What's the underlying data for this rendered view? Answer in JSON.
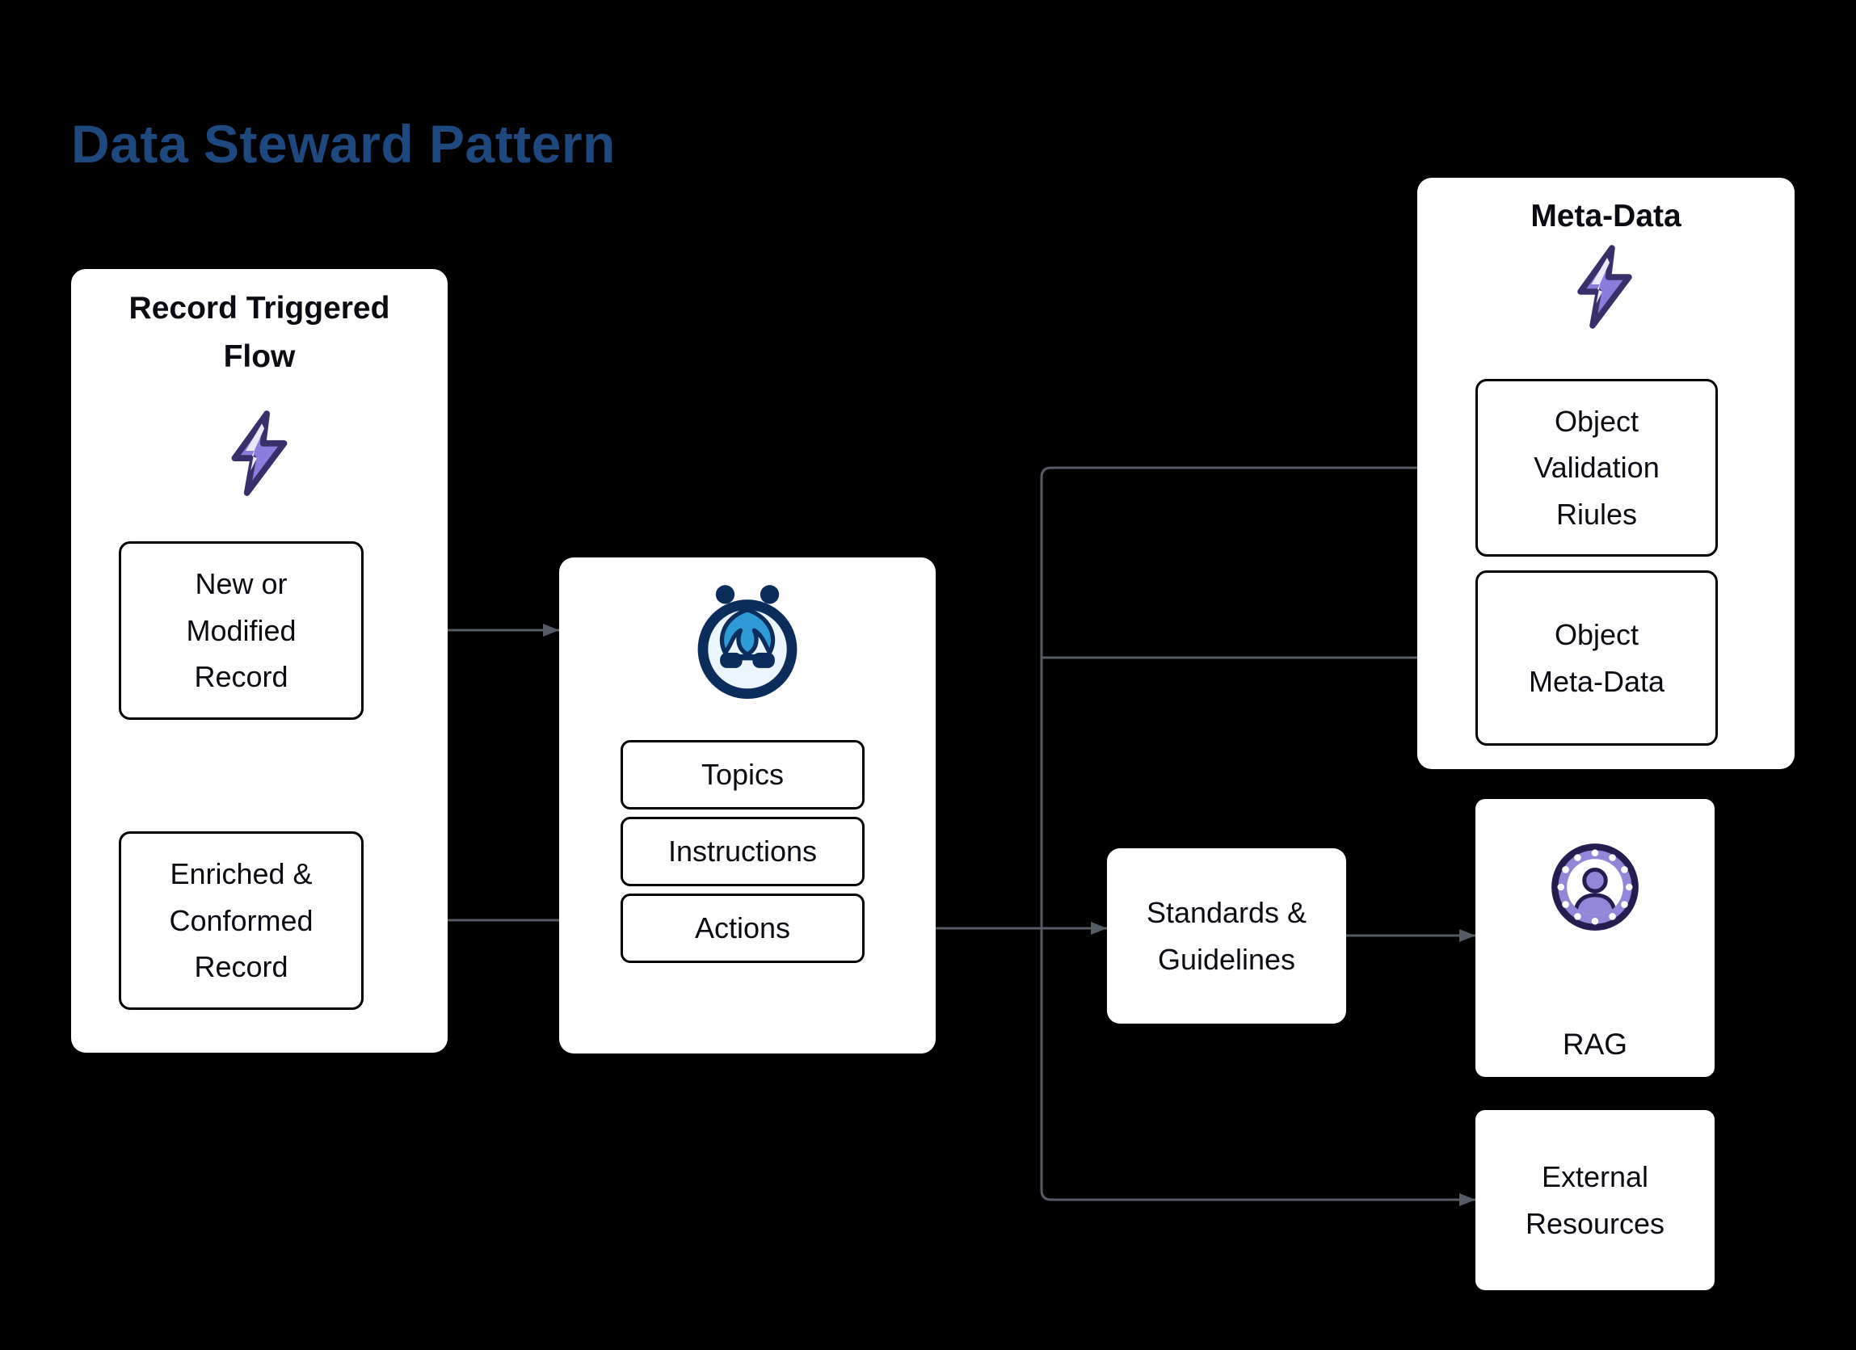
{
  "title": "Data Steward Pattern",
  "left_panel": {
    "heading": "Record Triggered\nFlow",
    "new_record_label": "New or\nModified\nRecord",
    "enriched_record_label": "Enriched &\nConformed\nRecord"
  },
  "agent_panel": {
    "items": [
      {
        "label": "Topics"
      },
      {
        "label": "Instructions"
      },
      {
        "label": "Actions"
      }
    ]
  },
  "metadata_panel": {
    "heading": "Meta-Data",
    "validation_label": "Object\nValidation\nRiules",
    "object_metadata_label": "Object\nMeta-Data"
  },
  "standards_node": {
    "label": "Standards &\nGuidelines"
  },
  "rag_node": {
    "label": "RAG"
  },
  "external_node": {
    "label": "External\nResources"
  },
  "icons": {
    "left_panel_icon": "lightning-bolt",
    "metadata_panel_icon": "lightning-bolt",
    "agent_icon": "agentforce-robot",
    "rag_icon": "user-avatar-dotted-ring"
  },
  "colors": {
    "background": "#000000",
    "title_text": "#1d497f",
    "panel_bg": "#ffffff",
    "node_border": "#000000",
    "connector": "#555c66",
    "bolt_fill": "#8b7ddb",
    "bolt_highlight": "#ece8fb",
    "bolt_outline": "#37306b",
    "agent_navy": "#0a2d5c",
    "agent_blue": "#2e9bd6",
    "avatar_purple": "#9087d9",
    "avatar_outline": "#251c4f"
  }
}
